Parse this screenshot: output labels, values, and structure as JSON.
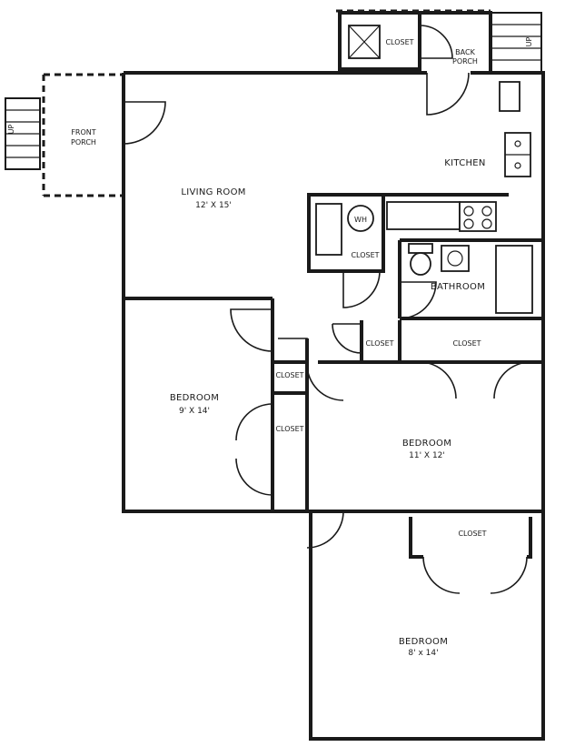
{
  "rooms": {
    "front_porch": {
      "line1": "FRONT",
      "line2": "PORCH"
    },
    "living_room": {
      "name": "LIVING ROOM",
      "dims": "12' X 15'"
    },
    "kitchen": {
      "name": "KITCHEN"
    },
    "back_porch": {
      "line1": "BACK",
      "line2": "PORCH"
    },
    "bathroom": {
      "name": "BATHROOM"
    },
    "bedroom_left": {
      "name": "BEDROOM",
      "dims": "9' X 14'"
    },
    "bedroom_center": {
      "name": "BEDROOM",
      "dims": "11' X 12'"
    },
    "bedroom_bottom": {
      "name": "BEDROOM",
      "dims": "8' x 14'"
    }
  },
  "closets": {
    "back_porch": "CLOSET",
    "water_heater": "CLOSET",
    "hall_small": "CLOSET",
    "bedroom_center": "CLOSET",
    "left_small": "CLOSET",
    "left_large": "CLOSET",
    "bedroom_bottom": "CLOSET"
  },
  "fixtures": {
    "water_heater": "WH"
  },
  "stairs": {
    "front": "UP",
    "back": "UP"
  }
}
